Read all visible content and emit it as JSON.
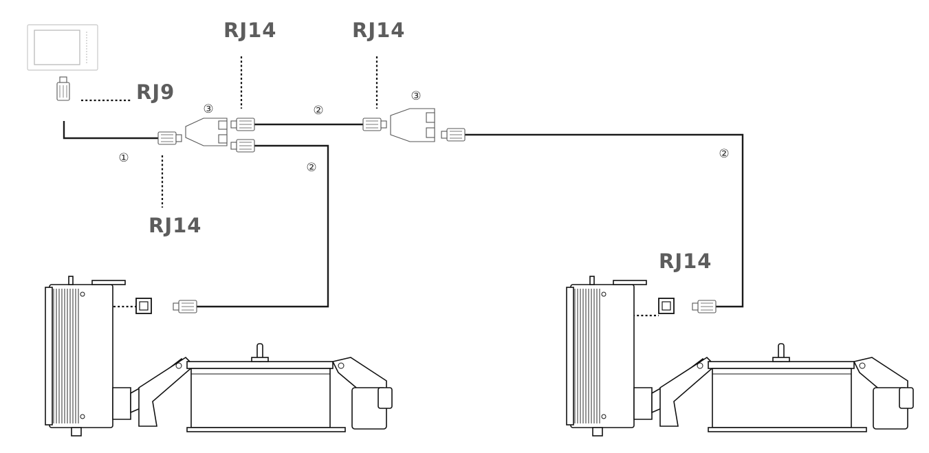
{
  "diagram": {
    "labels": {
      "rj14_top_left": "RJ14",
      "rj14_top_right": "RJ14",
      "rj9": "RJ9",
      "rj14_bottom_left": "RJ14",
      "rj14_right": "RJ14"
    },
    "markers": {
      "cable_1": "①",
      "cable_2_top": "②",
      "cable_2_left": "②",
      "cable_2_right": "②",
      "splitter_3_left": "③",
      "splitter_3_right": "③"
    },
    "colors": {
      "label": "#5d5d5d",
      "cable": "#1a1a1a",
      "background": "#ffffff"
    }
  }
}
